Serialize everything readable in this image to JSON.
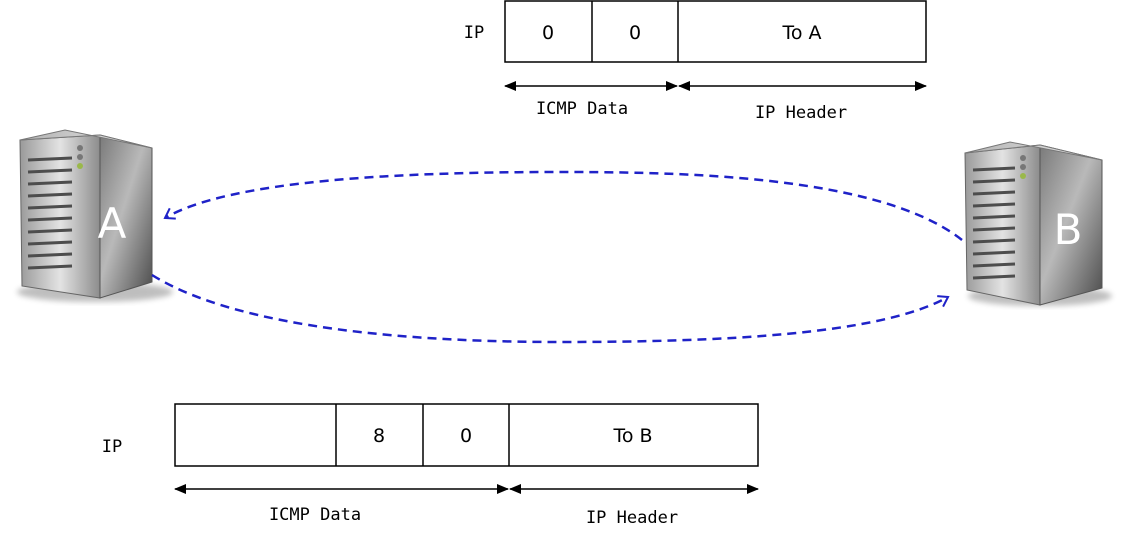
{
  "servers": {
    "a": {
      "label": "A",
      "icon": "server-icon"
    },
    "b": {
      "label": "B",
      "icon": "server-icon"
    }
  },
  "reply_packet": {
    "row_label": "IP",
    "cells": [
      "0",
      "0",
      "To A"
    ],
    "spans": {
      "data": "ICMP Data",
      "header": "IP Header"
    }
  },
  "request_packet": {
    "row_label": "IP",
    "cells": [
      "",
      "8",
      "0",
      "To B"
    ],
    "spans": {
      "data": "ICMP Data",
      "header": "IP Header"
    }
  },
  "colors": {
    "arrow": "#1f22c8",
    "line": "#000000",
    "server_light": "#d4d4d4",
    "server_dark": "#5a5a5a"
  }
}
